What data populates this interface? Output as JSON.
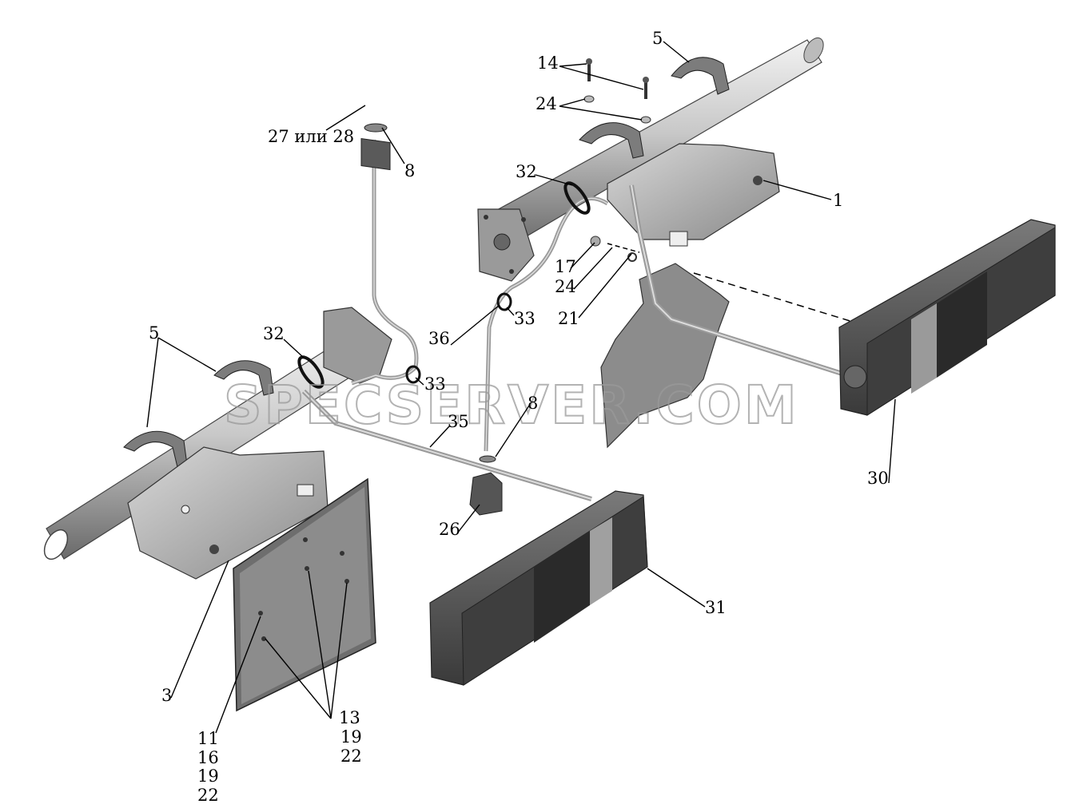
{
  "watermark": "SPECSERVER.COM",
  "labels": {
    "l14": "14",
    "l5_top": "5",
    "l24_top": "24",
    "l27_28": "27 или 28",
    "l8_top": "8",
    "l32_right": "32",
    "l1": "1",
    "l17": "17",
    "l24_mid": "24",
    "l21": "21",
    "l33_right": "33",
    "l36": "36",
    "l5_left": "5",
    "l32_left": "32",
    "l33_left": "33",
    "l35": "35",
    "l8_bottom": "8",
    "l26": "26",
    "l30": "30",
    "l31": "31",
    "l3": "3",
    "l13": "13",
    "l19_a": "19",
    "l22_a": "22",
    "l11": "11",
    "l16": "16",
    "l19_b": "19",
    "l22_b": "22"
  }
}
